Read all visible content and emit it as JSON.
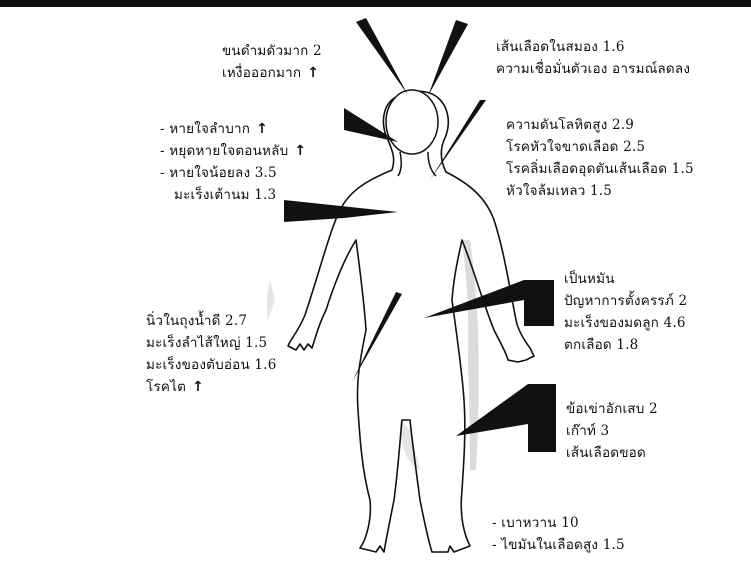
{
  "labels": {
    "skin": {
      "lines": [
        {
          "text": "ขนดำมดัวมาก 2",
          "arrow": ""
        },
        {
          "text": "เหงื่อออกมาก",
          "arrow": "↑"
        }
      ]
    },
    "brain": {
      "lines": [
        {
          "text": "เส้นเลือดในสมอง 1.6",
          "arrow": ""
        },
        {
          "text": "ความเชื่อมั่นตัวเอง อารมณ์ลดลง",
          "arrow": ""
        }
      ]
    },
    "lungs": {
      "lines": [
        {
          "text": "หายใจลำบาก",
          "arrow": "↑"
        },
        {
          "text": "หยุดหายใจตอนหลับ",
          "arrow": "↑"
        },
        {
          "text": "หายใจน้อยลง 3.5",
          "arrow": ""
        },
        {
          "text": "มะเร็งเต้านม 1.3",
          "arrow": ""
        }
      ]
    },
    "heart": {
      "lines": [
        {
          "text": "ความดันโลหิตสูง 2.9",
          "arrow": ""
        },
        {
          "text": "โรคหัวใจขาดเลือด 2.5",
          "arrow": ""
        },
        {
          "text": "โรคลิ่มเลือดอุดตันเส้นเลือด 1.5",
          "arrow": ""
        },
        {
          "text": "หัวใจล้มเหลว 1.5",
          "arrow": ""
        }
      ]
    },
    "reproductive": {
      "lines": [
        {
          "text": "เป็นหมัน",
          "arrow": ""
        },
        {
          "text": "ปัญหาการตั้งครรภ์ 2",
          "arrow": ""
        },
        {
          "text": "มะเร็งของมดลูก 4.6",
          "arrow": ""
        },
        {
          "text": "ตกเลือด 1.8",
          "arrow": ""
        }
      ]
    },
    "digestive": {
      "lines": [
        {
          "text": "นิ่วในถุงน้ำดี 2.7",
          "arrow": ""
        },
        {
          "text": "มะเร็งลำไส้ใหญ่ 1.5",
          "arrow": ""
        },
        {
          "text": "มะเร็งของตับอ่อน 1.6",
          "arrow": ""
        },
        {
          "text": "โรคไต",
          "arrow": "↑"
        }
      ]
    },
    "joints": {
      "lines": [
        {
          "text": "ข้อเข่าอักเสบ 2",
          "arrow": ""
        },
        {
          "text": "เก๊าท์ 3",
          "arrow": ""
        },
        {
          "text": "เส้นเลือดขอด",
          "arrow": ""
        }
      ]
    },
    "metabolic": {
      "lines": [
        {
          "text": "เบาหวาน 10",
          "arrow": ""
        },
        {
          "text": "ไขมันในเลือดสูง 1.5",
          "arrow": ""
        }
      ]
    }
  }
}
